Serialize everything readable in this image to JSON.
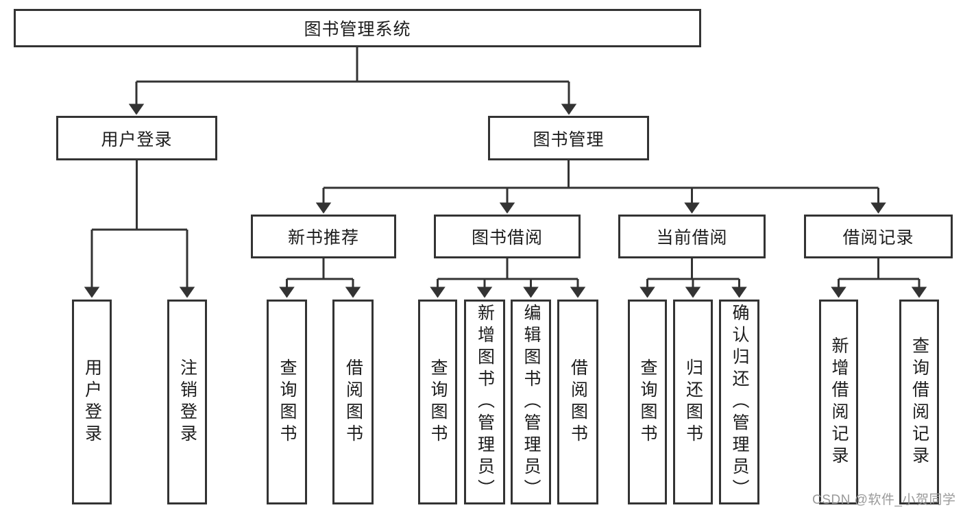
{
  "diagram": {
    "root": {
      "label": "图书管理系统"
    },
    "branches": [
      {
        "label": "用户登录",
        "children": [
          {
            "label": "用户登录"
          },
          {
            "label": "注销登录"
          }
        ]
      },
      {
        "label": "图书管理",
        "children": [
          {
            "label": "新书推荐",
            "children": [
              {
                "label": "查询图书"
              },
              {
                "label": "借阅图书"
              }
            ]
          },
          {
            "label": "图书借阅",
            "children": [
              {
                "label": "查询图书"
              },
              {
                "label": "新增图书（管理员）"
              },
              {
                "label": "编辑图书（管理员）"
              },
              {
                "label": "借阅图书"
              }
            ]
          },
          {
            "label": "当前借阅",
            "children": [
              {
                "label": "查询图书"
              },
              {
                "label": "归还图书"
              },
              {
                "label": "确认归还（管理员）"
              }
            ]
          },
          {
            "label": "借阅记录",
            "children": [
              {
                "label": "新增借阅记录"
              },
              {
                "label": "查询借阅记录"
              }
            ]
          }
        ]
      }
    ]
  },
  "colors": {
    "line": "#333333",
    "text": "#1c1c1c",
    "background": "#ffffff",
    "watermark": "#9a9a9a"
  },
  "watermark": {
    "text": "CSDN @软件_小贺同学"
  }
}
